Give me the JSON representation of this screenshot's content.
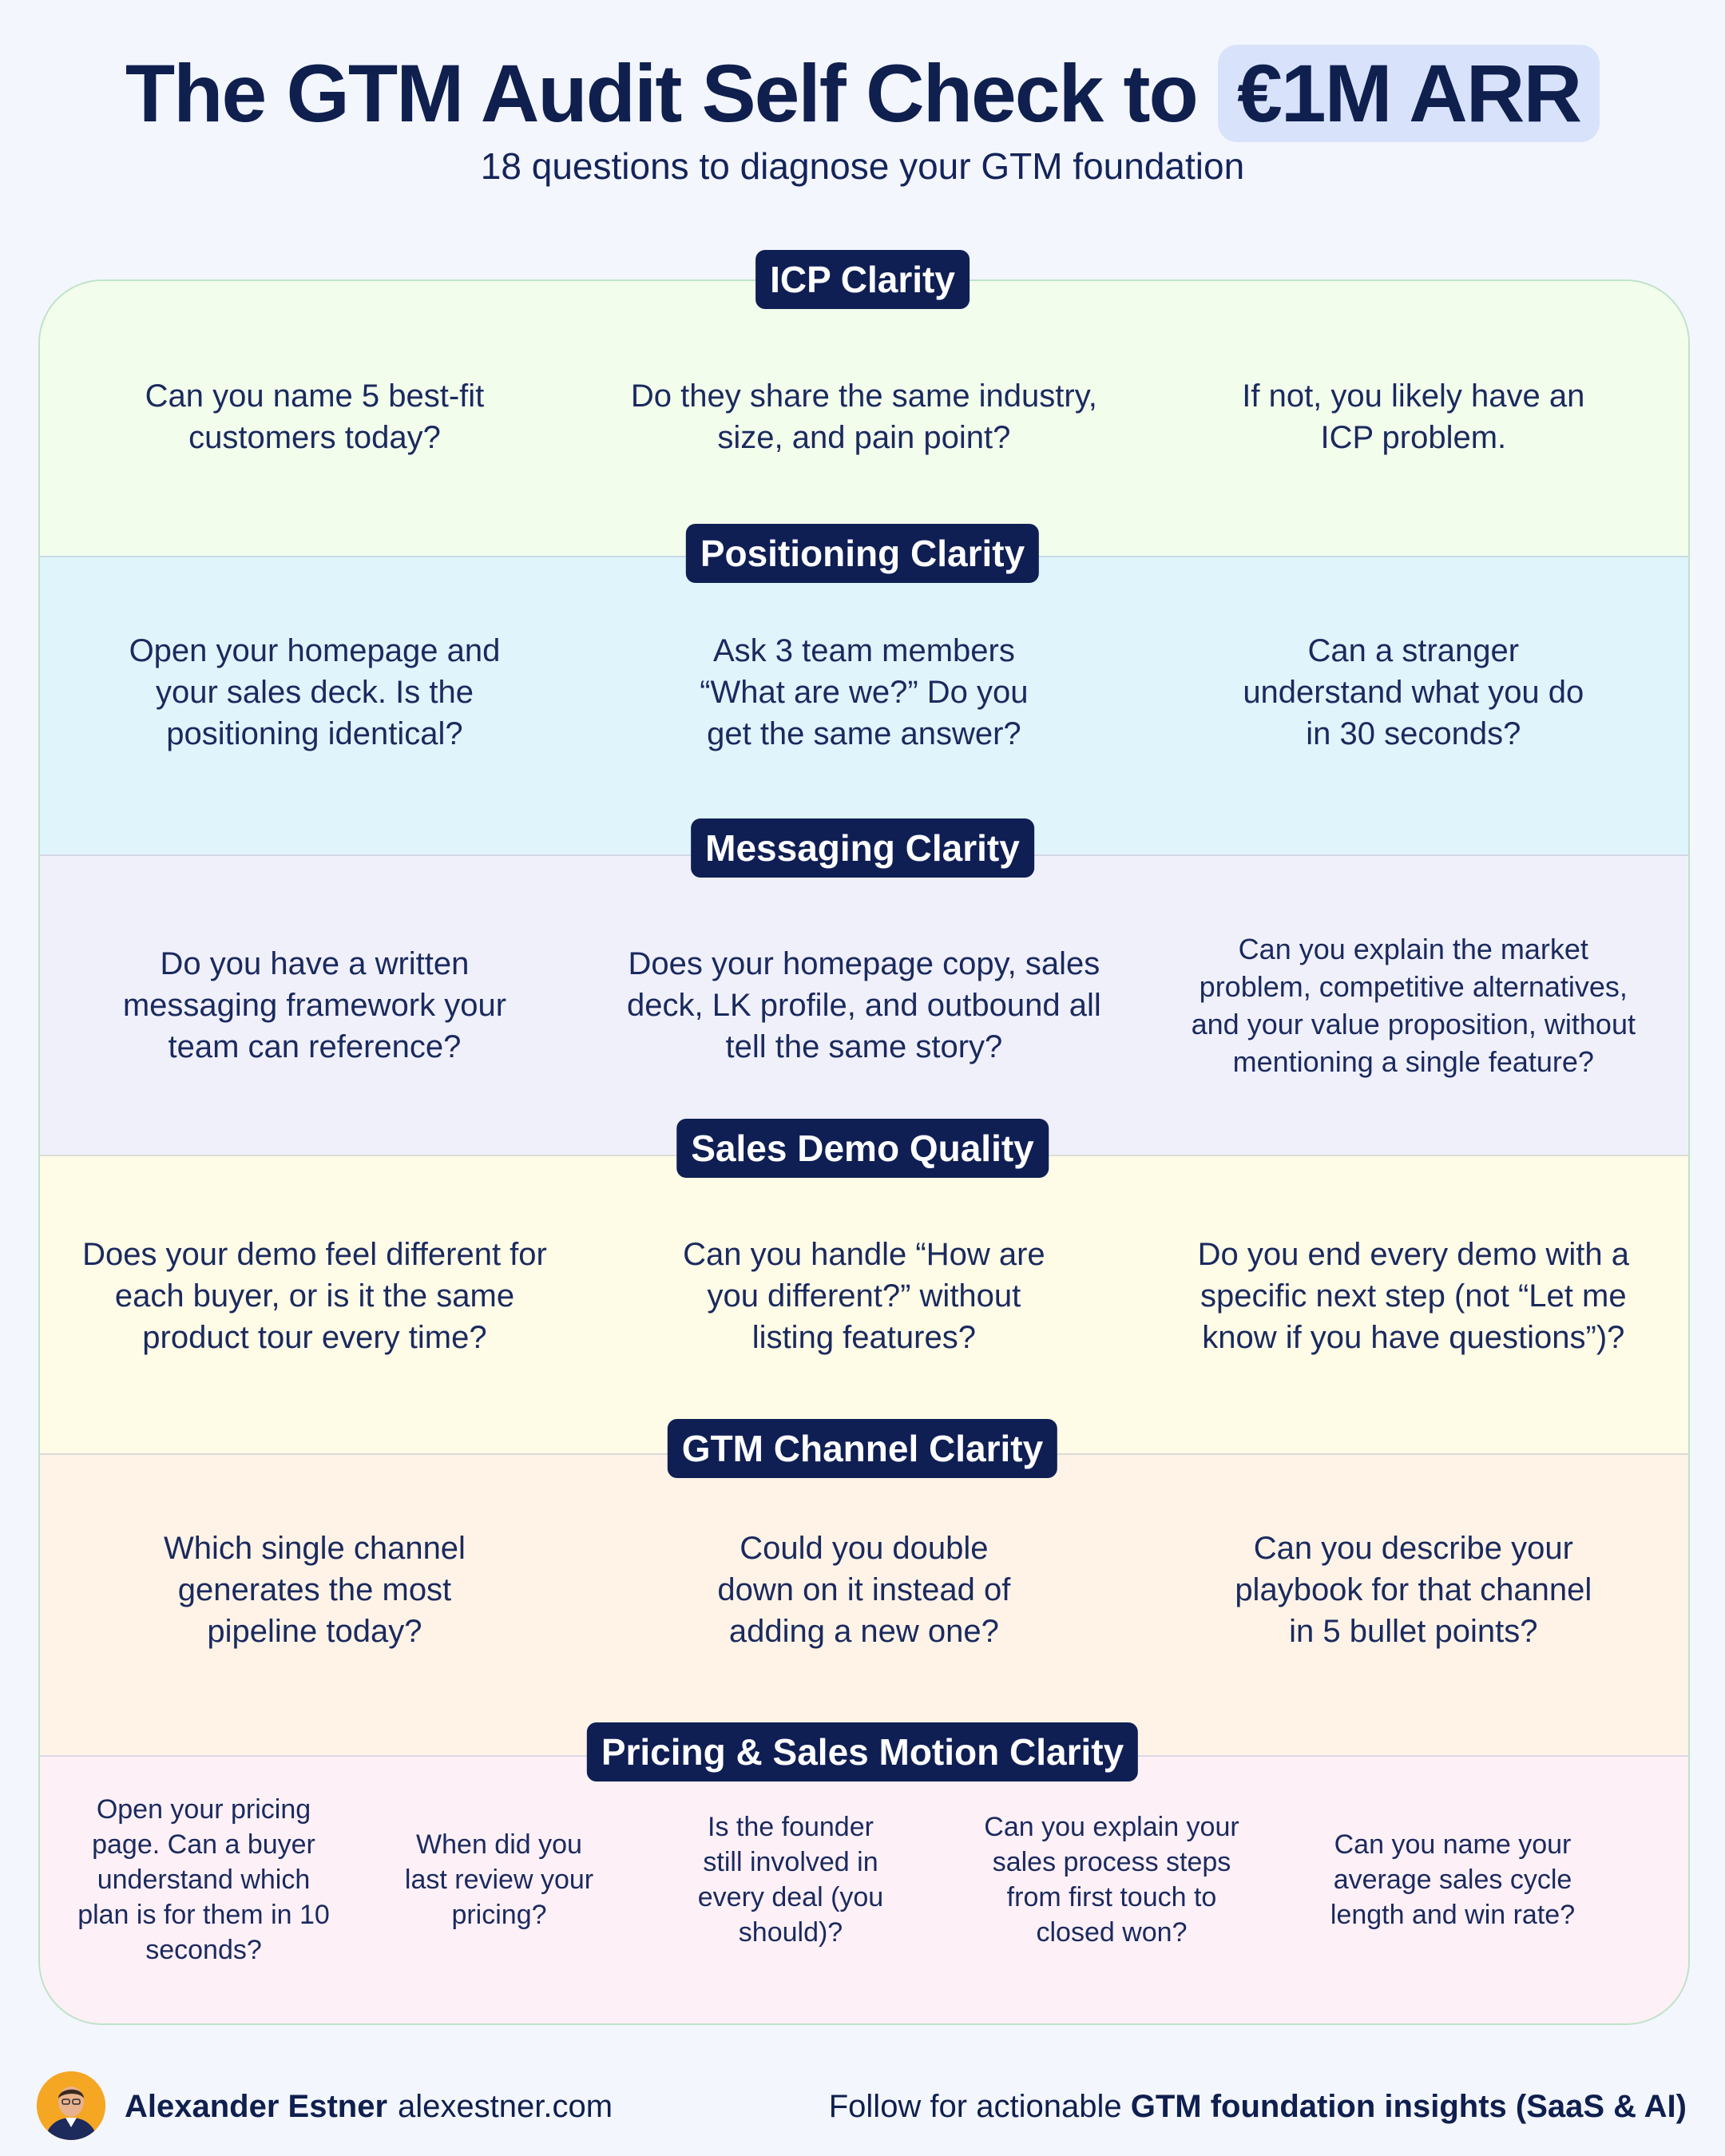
{
  "header": {
    "title_main": "The GTM Audit Self Check to",
    "title_highlight": "€1M ARR",
    "subtitle": "18 questions to diagnose your GTM foundation"
  },
  "sections": [
    {
      "label": "ICP Clarity",
      "color": "#f3fdec",
      "questions": [
        "Can you name 5 best-fit customers today?",
        "Do they share the same industry, size, and pain point?",
        "If not, you likely have an ICP problem."
      ]
    },
    {
      "label": "Positioning Clarity",
      "color": "#e0f4fc",
      "questions": [
        "Open your homepage and your sales deck. Is the positioning identical?",
        "Ask 3 team members “What are we?” Do you get the same answer?",
        "Can a stranger understand what you do in 30 seconds?"
      ]
    },
    {
      "label": "Messaging Clarity",
      "color": "#f0f0fb",
      "questions": [
        "Do you have a written messaging framework your team can reference?",
        "Does your homepage copy, sales deck, LK profile, and outbound all tell the same story?",
        "Can you explain the market problem, competitive alternatives, and your value proposition, without mentioning a single feature?"
      ]
    },
    {
      "label": "Sales Demo Quality",
      "color": "#fefbe6",
      "questions": [
        "Does your demo feel different for each buyer, or is it the same product tour every time?",
        "Can you handle “How are you different?” without listing features?",
        "Do you end every demo with a specific next step (not “Let me know if you have questions”)?"
      ]
    },
    {
      "label": "GTM Channel Clarity",
      "color": "#fef3e6",
      "questions": [
        "Which single channel generates the most pipeline today?",
        "Could you double down on it instead of adding a new one?",
        "Can you describe your playbook for that channel in 5 bullet points?"
      ]
    },
    {
      "label": "Pricing & Sales Motion Clarity",
      "color": "#fdf0f6",
      "questions": [
        "Open your pricing page. Can a buyer understand which plan is for them in 10 seconds?",
        "When did you last review your pricing?",
        "Is the founder still involved in every deal (you should)?",
        "Can you explain your sales process steps from first touch to closed won?",
        "Can you name your average sales cycle length and win rate?"
      ]
    }
  ],
  "footer": {
    "author": "Alexander Estner",
    "website": "alexestner.com",
    "follow_prefix": "Follow for actionable",
    "follow_bold": "GTM foundation insights (SaaS & AI)"
  },
  "colors": {
    "navy": "#0f1f54",
    "highlight": "#d8e2fb",
    "background": "#f3f6fd"
  }
}
